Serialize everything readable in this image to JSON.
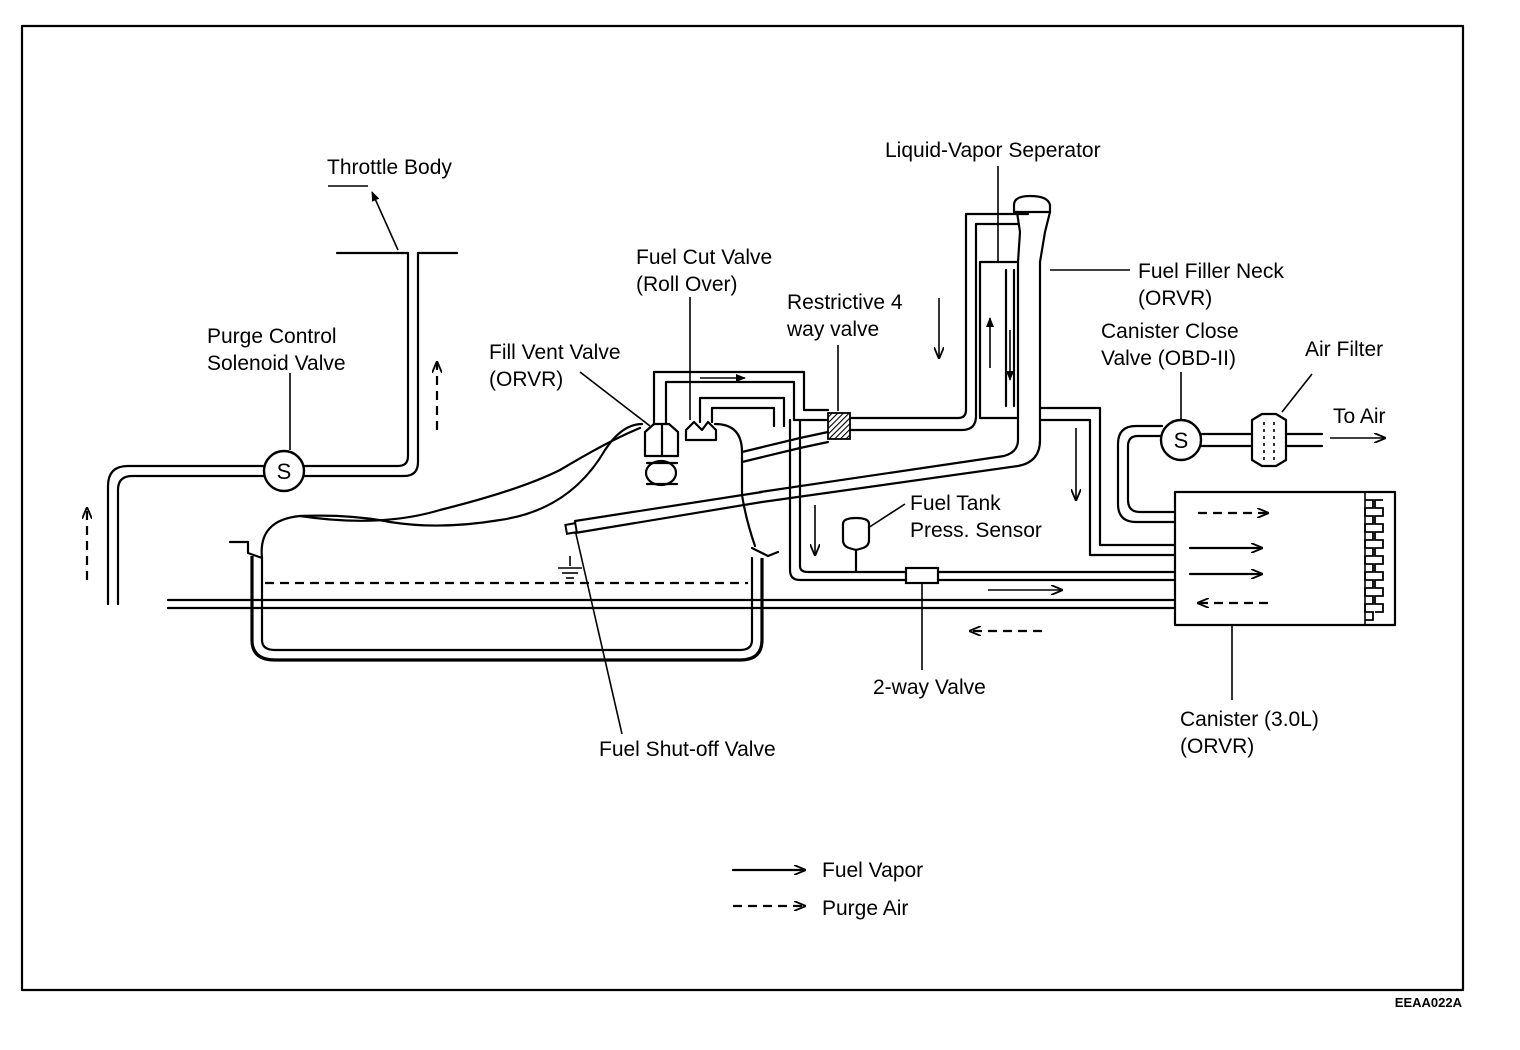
{
  "labels": {
    "throttle_body": "Throttle Body",
    "liquid_vapor_separator": "Liquid-Vapor Seperator",
    "fuel_cut_valve_1": "Fuel Cut Valve",
    "fuel_cut_valve_2": "(Roll Over)",
    "restrictive_valve_1": "Restrictive 4",
    "restrictive_valve_2": "way valve",
    "fuel_filler_neck_1": "Fuel Filler Neck",
    "fuel_filler_neck_2": "(ORVR)",
    "purge_control_1": "Purge Control",
    "purge_control_2": "Solenoid Valve",
    "fill_vent_valve_1": "Fill Vent Valve",
    "fill_vent_valve_2": "(ORVR)",
    "canister_close_1": "Canister Close",
    "canister_close_2": "Valve (OBD-II)",
    "air_filter": "Air Filter",
    "to_air": "To Air",
    "fuel_tank_press_1": "Fuel Tank",
    "fuel_tank_press_2": "Press. Sensor",
    "two_way_valve": "2-way Valve",
    "canister_1": "Canister (3.0L)",
    "canister_2": "(ORVR)",
    "fuel_shutoff_valve": "Fuel Shut-off Valve",
    "solenoid_symbol": "S"
  },
  "legend": {
    "fuel_vapor": "Fuel Vapor",
    "purge_air": "Purge Air"
  },
  "figure_code": "EEAA022A",
  "colors": {
    "ink": "#000000",
    "paper": "#ffffff"
  }
}
